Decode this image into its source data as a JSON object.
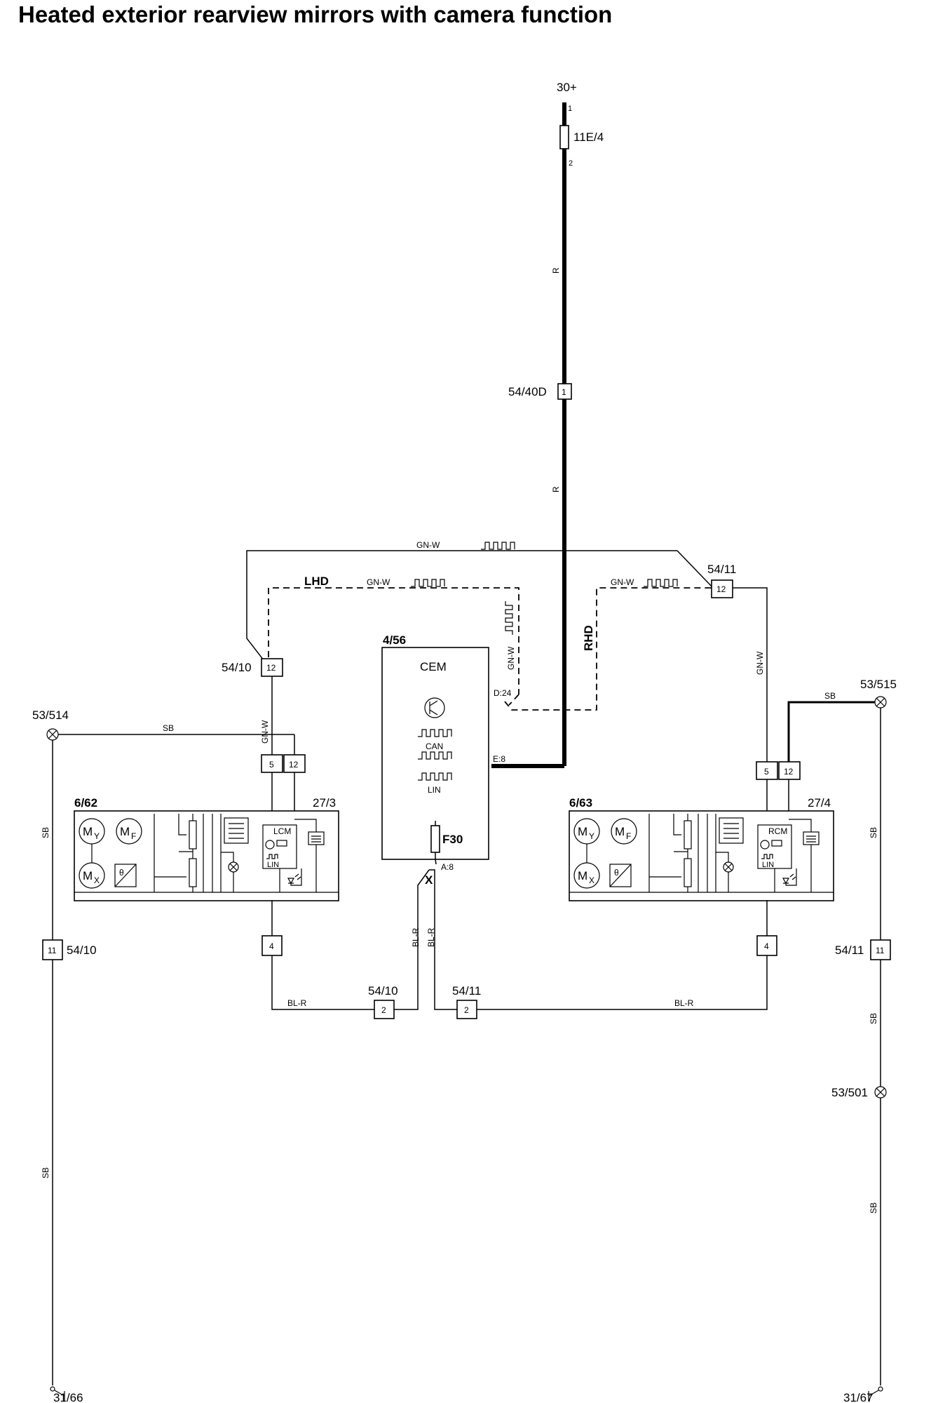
{
  "title": "Heated exterior rearview mirrors with camera function",
  "supply": {
    "label": "30+",
    "pin_top": "1",
    "pin_bottom": "2",
    "fuse": "11E/4"
  },
  "wires": {
    "r": "R",
    "gnw": "GN-W",
    "sb": "SB",
    "blr": "BL-R"
  },
  "markers": {
    "lhd": "LHD",
    "rhd": "RHD",
    "x": "X"
  },
  "connectors": {
    "c5440d": {
      "label": "54/40D",
      "pin": "1"
    },
    "c5410_top": {
      "label": "54/10",
      "pin": "12"
    },
    "c5411_top": {
      "label": "54/11",
      "pin": "12"
    },
    "c5410_left": {
      "label": "54/10",
      "pin": "11"
    },
    "c5411_right": {
      "label": "54/11",
      "pin": "11"
    },
    "c5410_bottom": {
      "label": "54/10",
      "pin": "2"
    },
    "c5411_bottom": {
      "label": "54/11",
      "pin": "2"
    },
    "left_pair": {
      "a": "5",
      "b": "12"
    },
    "right_pair": {
      "a": "5",
      "b": "12"
    },
    "left_4": "4",
    "right_4": "4"
  },
  "splices": {
    "s53514": "53/514",
    "s53515": "53/515",
    "s53501": "53/501"
  },
  "grounds": {
    "g3166": "31/66",
    "g3167": "31/67"
  },
  "cem": {
    "id": "4/56",
    "name": "CEM",
    "can": "CAN",
    "lin": "LIN",
    "fuse": "F30",
    "pin_d24": "D:24",
    "pin_e8": "E:8",
    "pin_a8": "A:8"
  },
  "left_mirror": {
    "id": "6/62",
    "module_id": "27/3",
    "module": "LCM",
    "lin": "LIN",
    "motor_y": "M",
    "motor_y_sub": "Y",
    "motor_f": "M",
    "motor_f_sub": "F",
    "motor_x": "M",
    "motor_x_sub": "X",
    "theta": "θ"
  },
  "right_mirror": {
    "id": "6/63",
    "module_id": "27/4",
    "module": "RCM",
    "lin": "LIN",
    "motor_y": "M",
    "motor_y_sub": "Y",
    "motor_f": "M",
    "motor_f_sub": "F",
    "motor_x": "M",
    "motor_x_sub": "X",
    "theta": "θ"
  }
}
